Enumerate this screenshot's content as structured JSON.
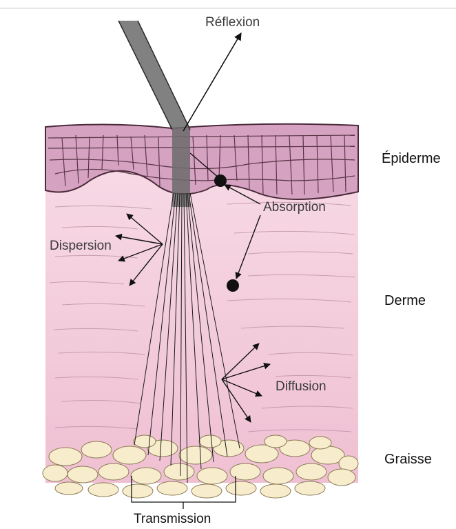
{
  "labels": {
    "reflexion": "Réflexion",
    "absorption": "Absorption",
    "dispersion": "Dispersion",
    "diffusion": "Diffusion",
    "transmission": "Transmission",
    "epiderme": "Épiderme",
    "derme": "Derme",
    "graisse": "Graisse"
  },
  "colors": {
    "epidermis": "#d9a9c6",
    "dermis_top": "#f6d3e2",
    "dermis_bottom": "#f0c3d4",
    "fat_cell": "#f7eccc",
    "beam": "#6b6b6b",
    "lines": "#1a1a1a"
  }
}
